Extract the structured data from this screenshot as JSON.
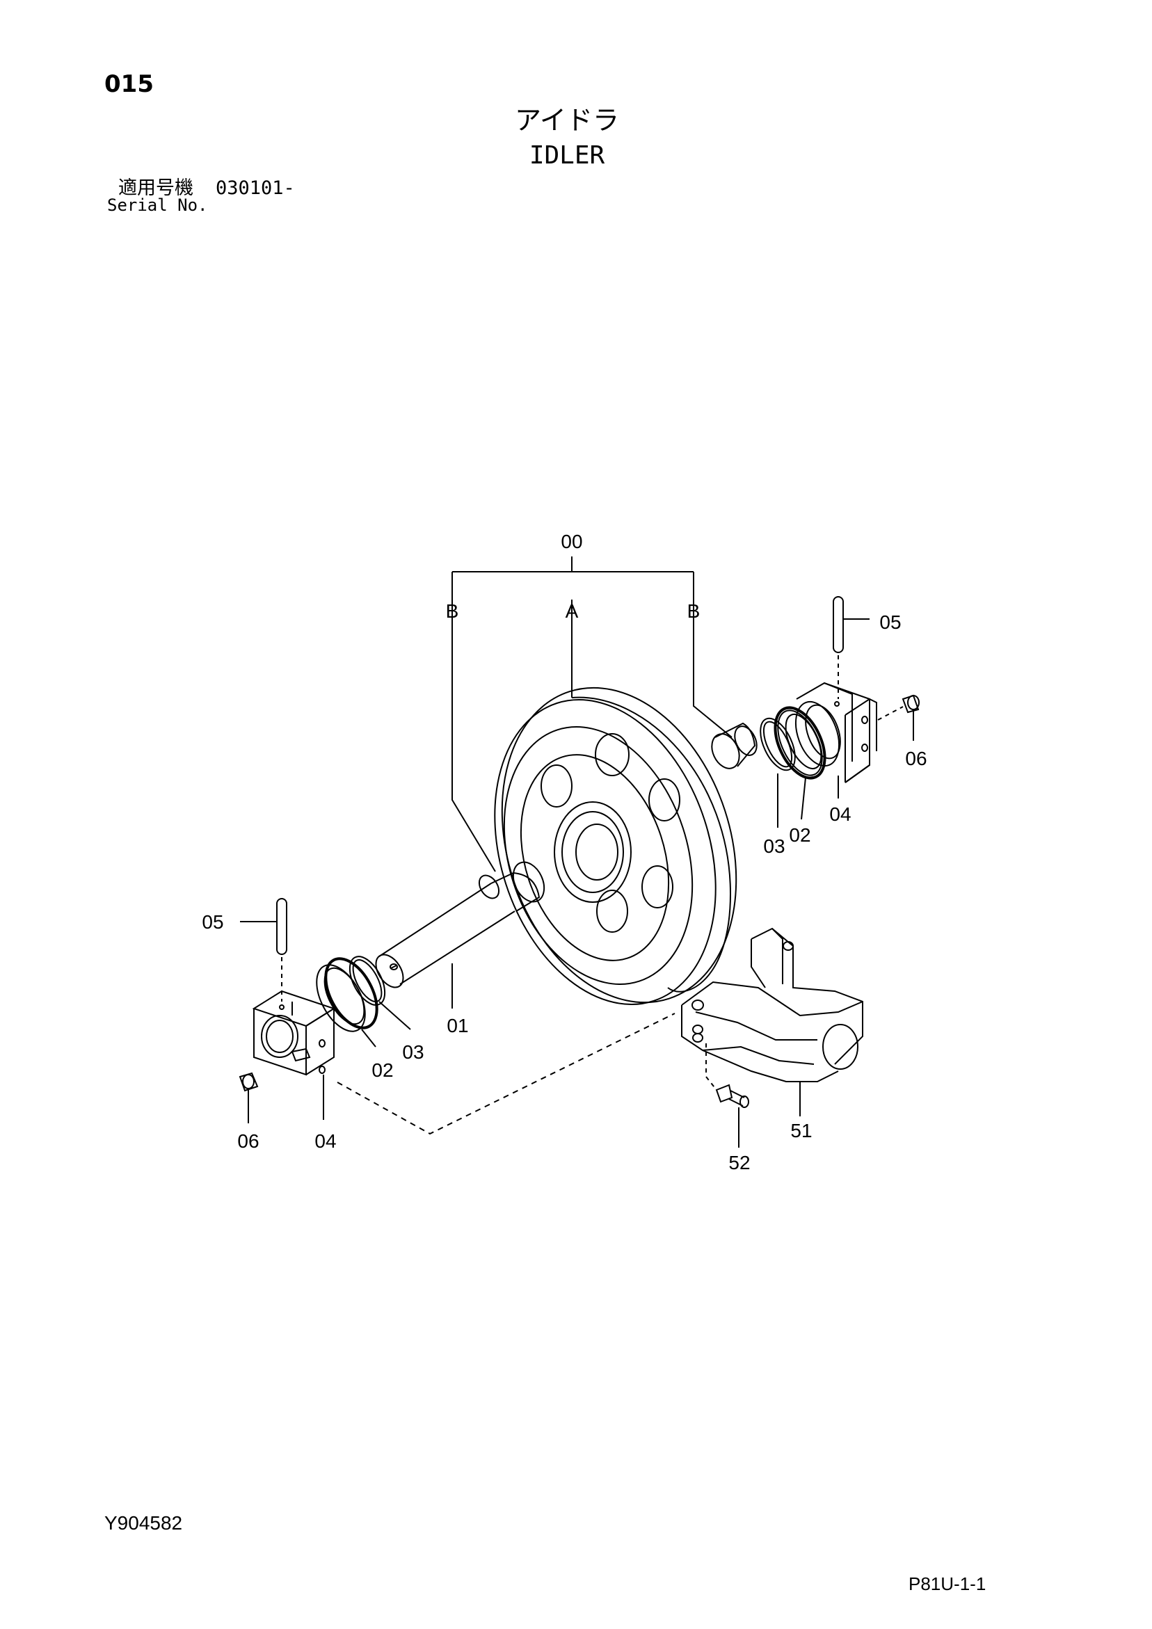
{
  "page_number": "015",
  "title": {
    "ja": "アイドラ",
    "en": "IDLER"
  },
  "serial": {
    "label_ja": "適用号機",
    "value": "030101-",
    "label_en": "Serial No."
  },
  "diagram": {
    "callouts": {
      "assembly": "00",
      "group_a": "A",
      "group_b_left": "B",
      "group_b_right": "B",
      "shaft": "01",
      "seal_left": "02",
      "seal_right": "02",
      "oring_left": "03",
      "oring_right": "03",
      "collar_left": "04",
      "collar_right": "04",
      "pin_left": "05",
      "pin_right": "05",
      "plug_left": "06",
      "plug_right": "06",
      "support": "51",
      "bolt": "52"
    }
  },
  "footer": {
    "drawing_code": "Y904582",
    "page_code": "P81U-1-1"
  },
  "colors": {
    "ink": "#000000",
    "background": "#ffffff"
  }
}
